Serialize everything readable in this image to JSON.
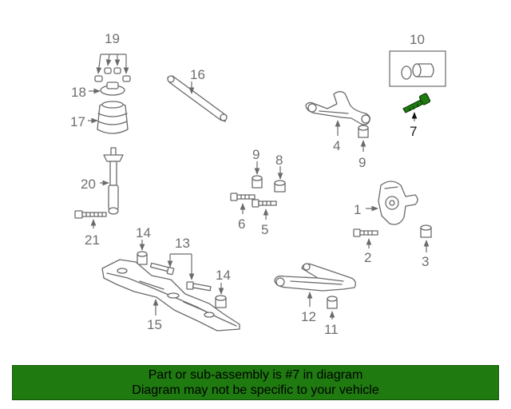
{
  "callouts": {
    "c1": "1",
    "c2": "2",
    "c3": "3",
    "c4": "4",
    "c5": "5",
    "c6": "6",
    "c7": "7",
    "c8": "8",
    "c9a": "9",
    "c9b": "9",
    "c10": "10",
    "c11": "11",
    "c12": "12",
    "c13": "13",
    "c14a": "14",
    "c14b": "14",
    "c15": "15",
    "c16": "16",
    "c17": "17",
    "c18": "18",
    "c19": "19",
    "c20": "20",
    "c21": "21"
  },
  "highlighted_part": "7",
  "colors": {
    "banner_bg": "#1f7a10",
    "highlight_part": "#1f7a10",
    "line_art": "#6a6a6a",
    "callout_text": "#6e6e6e"
  },
  "banner": {
    "line1": "Part or sub-assembly is #7 in diagram",
    "line2": "Diagram may not be specific to your vehicle"
  }
}
